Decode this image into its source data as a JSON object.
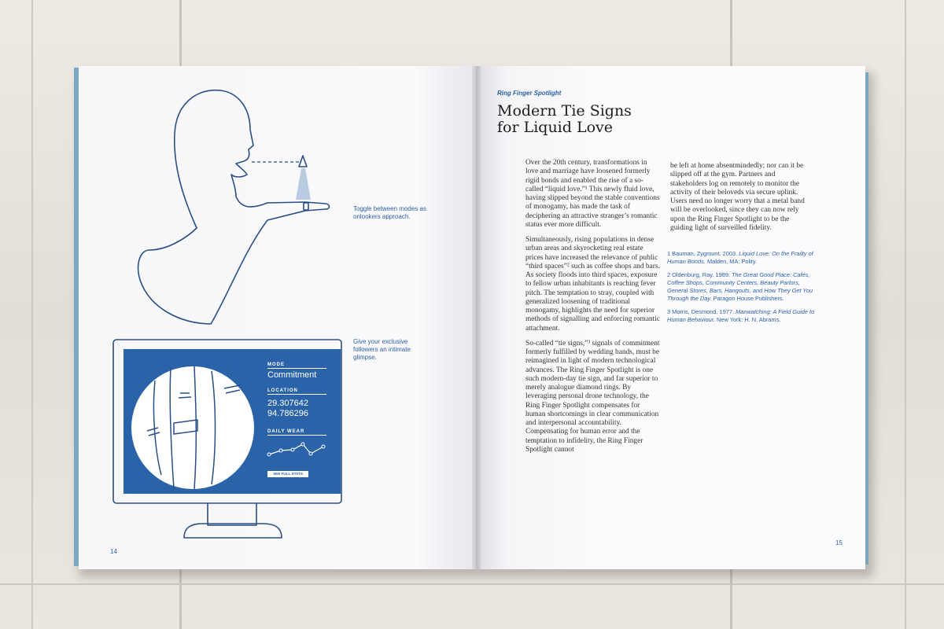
{
  "left_page": {
    "caption_toggle": "Toggle between modes as onlookers approach.",
    "caption_glimpse": "Give your exclusive followers an intimate glimpse.",
    "page_number": "14",
    "screen": {
      "mode_label": "MODE",
      "mode_value": "Commitment",
      "location_label": "LOCATION",
      "location_lat": "29.307642",
      "location_lon": "94.786296",
      "daily_wear_label": "DAILY WEAR",
      "button_label": "SEE FULL STATS"
    }
  },
  "right_page": {
    "kicker": "Ring Finger Spotlight",
    "title_line1": "Modern Tie Signs",
    "title_line2": "for Liquid Love",
    "col1_p1": "Over the 20th century, transformations in love and marriage have loosened formerly rigid bonds and enabled the rise of a so-called “liquid love.”¹ This newly fluid love, having slipped beyond the stable conventions of monogamy, has made the task of deciphering an attractive stranger’s romantic status ever more difficult.",
    "col1_p2": "Simultaneously, rising populations in dense urban areas and skyrocketing real estate prices have increased the relevance of public “third spaces”² such as coffee shops and bars. As society floods into third spaces, exposure to fellow urban inhabitants is reaching fever pitch. The temptation to stray, coupled with generalized loosening of traditional monogamy, highlights the need for superior methods of signalling and enforcing romantic attachment.",
    "col1_p3": "So-called “tie signs,”³ signals of commitment formerly fulfilled by wedding bands, must be reimagined in light of modern technological advances. The Ring Finger Spotlight is one such modern-day tie sign, and far superior to merely analogue diamond rings. By leveraging personal drone technology, the Ring Finger Spotlight compensates for human shortcomings in clear communication and interpersonal accountability. Compensating for human error and the temptation to infidelity, the Ring Finger Spotlight cannot",
    "col2_p1": "be left at home absentmindedly; nor can it be slipped off at the gym. Partners and stakeholders log on remotely to monitor the activity of their beloveds via secure uplink. Users need no longer worry that a metal band will be overlooked, since they can now rely upon the Ring Finger Spotlight to be the guiding light of surveilled fidelity.",
    "footnote1_plain": "1 Bauman, Zygmunt. 2003. ",
    "footnote1_italic": "Liquid Love: On the Frailty of Human Bonds.",
    "footnote1_tail": " Malden, MA: Polity.",
    "footnote2_plain": "2 Oldenburg, Ray. 1989. ",
    "footnote2_italic": "The Great Good Place: Cafés, Coffee Shops, Community Centers, Beauty Parlors, General Stores, Bars, Hangouts, and How They Get You Through the Day.",
    "footnote2_tail": " Paragon House Publishers.",
    "footnote3_plain": "3 Morris, Desmond. 1977. ",
    "footnote3_italic": "Manwatching: A Field Guide to Human Behaviour.",
    "footnote3_tail": " New York: H. N. Abrams.",
    "page_number": "15"
  },
  "colors": {
    "accent_blue": "#2a5fa8",
    "screen_blue": "#2b63a8",
    "page": "#fbfbfd",
    "background_wood": "#e4e0d8"
  }
}
